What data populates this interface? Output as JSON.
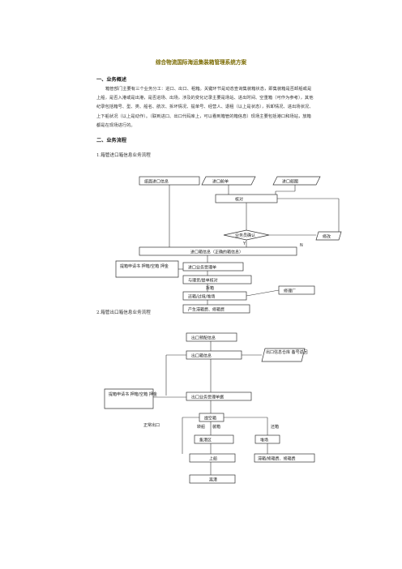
{
  "title": "综合物流国际海运集装箱管理系统方案",
  "section1": {
    "heading": "一、业务概述",
    "paragraph": "箱管部门主要有三个业务分工：进口、出口、租箱。关键环节是动态查询集装箱状态，即集装箱是否卸船或是上船，是否入港或是出港，是否进场、出场，涉及的变化记录主要是场站、进出时间、空重箱（可作为参考），其他纪录包括箱号、型、类、船名、航次、拆坏情况、提单号、经营人、退租（以上是状态），拆卸情况、进出场状况、上下船状况（以上是动作）。（联到进口、出口代码库上，可以看到箱管的箱信息）现场主要包括港口和场站，放箱都是在现场进行的。"
  },
  "section2": {
    "heading": "二、业务流程",
    "flow1_title": "1.箱管进口箱信息业务流程",
    "flow2_title": "2.箱管出口箱信息业务流程"
  },
  "flow1": {
    "nodes": [
      "纸面进口信息",
      "进口舱单",
      "进口船图",
      "核对",
      "业务员确认",
      "修改",
      "进口箱信息（正确的箱信息）",
      "提箱申请书 押箱/空箱 押金",
      "进口业务受理单",
      "与理货/提单核对",
      "拆箱",
      "还箱/过境/堆场",
      "修理厂",
      "产生滞箱费、修箱费"
    ],
    "labels": [
      "N",
      "Y"
    ]
  },
  "flow2": {
    "nodes": [
      "出口预配信息",
      "出口箱信息",
      "出口信息仓库 备号返回",
      "提箱申请书 押箱/空箱 押金",
      "出口业务受理单据",
      "提空箱",
      "装箱",
      "还箱",
      "集港区",
      "堆场",
      "上船",
      "滞箱/修箱费、修箱费",
      "离港"
    ],
    "labels": [
      "正常出口",
      "转船",
      "还箱"
    ]
  },
  "colors": {
    "title": "#7a6a00",
    "line": "#333333"
  }
}
